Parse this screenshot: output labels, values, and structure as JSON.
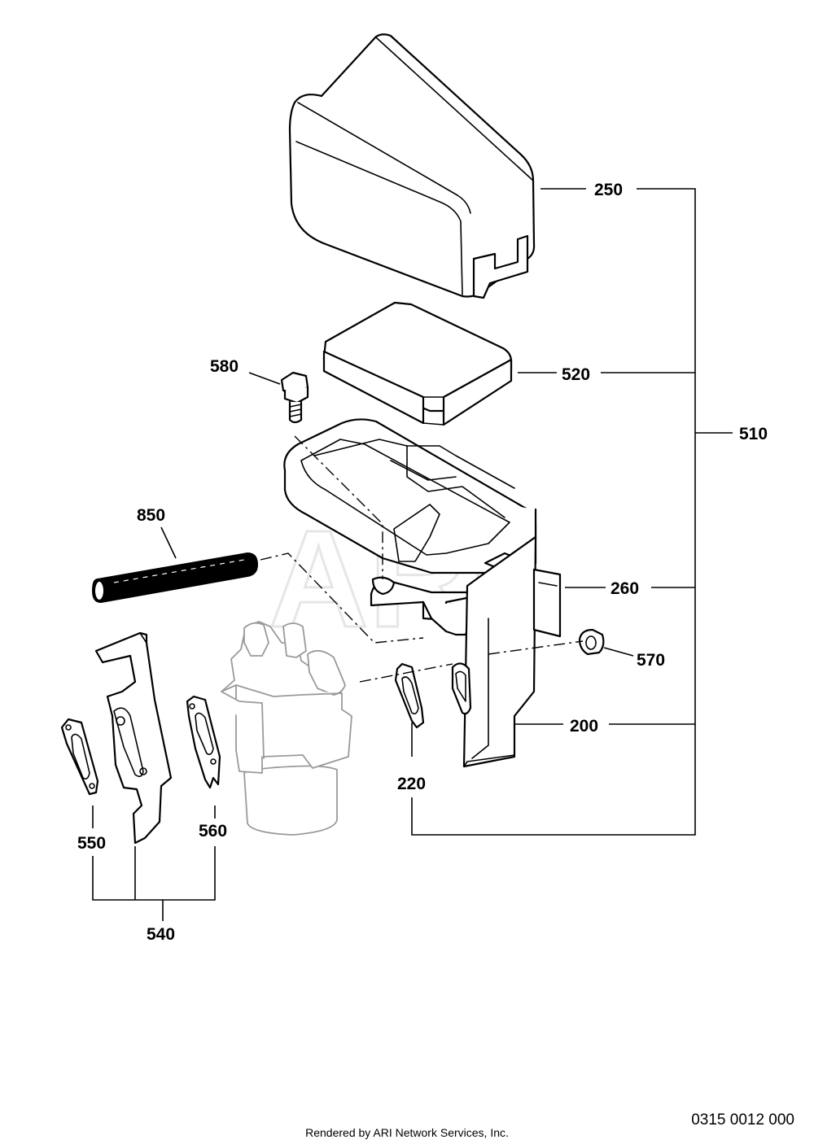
{
  "diagram": {
    "watermark": "ARI",
    "callouts": {
      "p250": "250",
      "p520": "520",
      "p510": "510",
      "p580": "580",
      "p850": "850",
      "p260": "260",
      "p570": "570",
      "p200": "200",
      "p220": "220",
      "p550": "550",
      "p560": "560",
      "p540": "540"
    }
  },
  "footer": {
    "drawing_number": "0315 0012 000",
    "rendered_by": "Rendered by ARI Network Services, Inc."
  }
}
